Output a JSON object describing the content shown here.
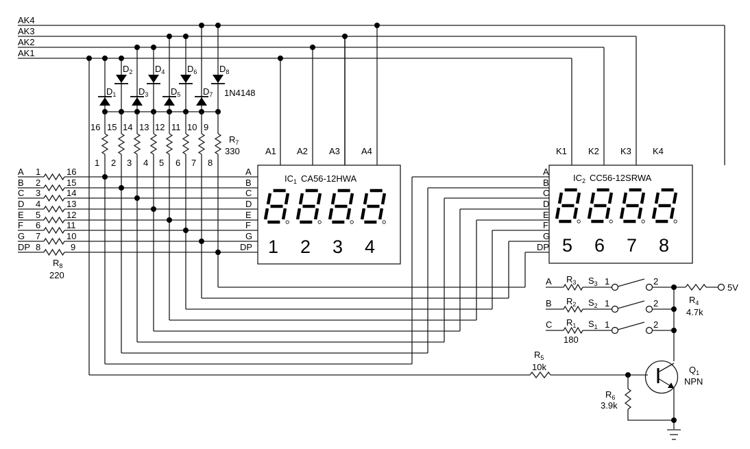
{
  "schematic": {
    "buses": [
      {
        "label": "AK4"
      },
      {
        "label": "AK3"
      },
      {
        "label": "AK2"
      },
      {
        "label": "AK1"
      }
    ],
    "diodes": {
      "part": "1N4148",
      "items": [
        {
          "name": "D",
          "sub": "1"
        },
        {
          "name": "D",
          "sub": "2"
        },
        {
          "name": "D",
          "sub": "3"
        },
        {
          "name": "D",
          "sub": "4"
        },
        {
          "name": "D",
          "sub": "5"
        },
        {
          "name": "D",
          "sub": "6"
        },
        {
          "name": "D",
          "sub": "7"
        },
        {
          "name": "D",
          "sub": "8"
        }
      ]
    },
    "r7": {
      "name": "R",
      "sub": "7",
      "value": "330",
      "top_pins": [
        "16",
        "15",
        "14",
        "13",
        "12",
        "11",
        "10",
        "9"
      ],
      "bottom_pins": [
        "1",
        "2",
        "3",
        "4",
        "5",
        "6",
        "7",
        "8"
      ]
    },
    "r8": {
      "name": "R",
      "sub": "8",
      "value": "220",
      "left_pins": [
        "1",
        "2",
        "3",
        "4",
        "5",
        "6",
        "7",
        "8"
      ],
      "right_pins": [
        "16",
        "15",
        "14",
        "13",
        "12",
        "11",
        "10",
        "9"
      ]
    },
    "segments": [
      "A",
      "B",
      "C",
      "D",
      "E",
      "F",
      "G",
      "DP"
    ],
    "ic1": {
      "name": "IC",
      "sub": "1",
      "part": "CA56-12HWA",
      "pins": [
        "A1",
        "A2",
        "A3",
        "A4"
      ],
      "digits": [
        "1",
        "2",
        "3",
        "4"
      ]
    },
    "ic2": {
      "name": "IC",
      "sub": "2",
      "part": "CC56-12SRWA",
      "pins": [
        "K1",
        "K2",
        "K3",
        "K4"
      ],
      "digits": [
        "5",
        "6",
        "7",
        "8"
      ]
    },
    "switches": [
      {
        "input": "A",
        "r_name": "R",
        "r_sub": "3",
        "s_name": "S",
        "s_sub": "3",
        "pin1": "1",
        "pin2": "2"
      },
      {
        "input": "B",
        "r_name": "R",
        "r_sub": "2",
        "s_name": "S",
        "s_sub": "2",
        "pin1": "1",
        "pin2": "2"
      },
      {
        "input": "C",
        "r_name": "R",
        "r_sub": "1",
        "s_name": "S",
        "s_sub": "1",
        "pin1": "1",
        "pin2": "2"
      }
    ],
    "r1_value": "180",
    "r4": {
      "name": "R",
      "sub": "4",
      "value": "4.7k"
    },
    "supply": "5V",
    "r5": {
      "name": "R",
      "sub": "5",
      "value": "10k"
    },
    "r6": {
      "name": "R",
      "sub": "6",
      "value": "3.9k"
    },
    "q1": {
      "name": "Q",
      "sub": "1",
      "type": "NPN"
    }
  }
}
